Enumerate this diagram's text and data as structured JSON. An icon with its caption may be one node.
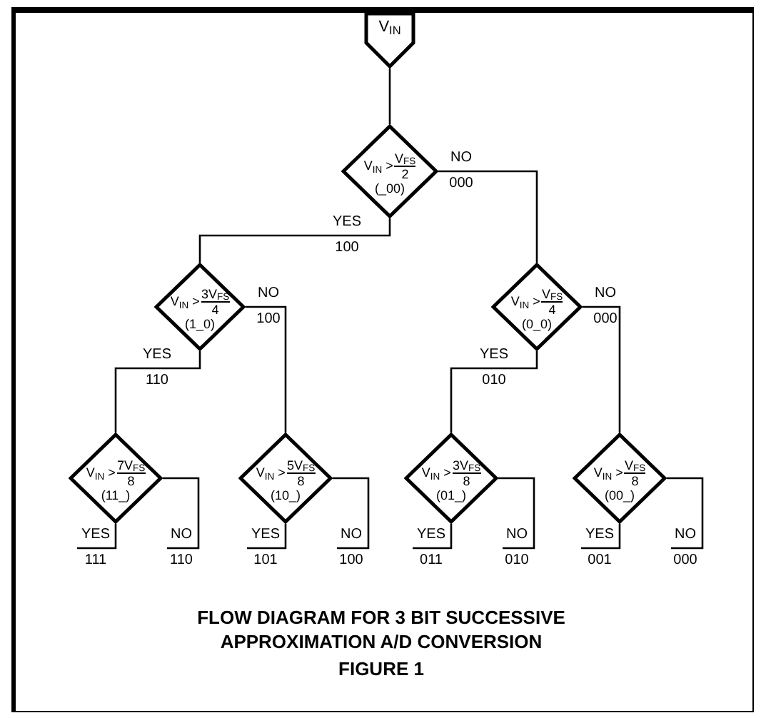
{
  "diagram": {
    "caption": "FLOW DIAGRAM FOR 3 BIT SUCCESSIVE APPROXIMATION A/D CONVERSION",
    "nodes": [
      {
        "text": [
          "V$_{IN}$"
        ]
      },
      {
        "text": [
          "V$_{IN}$ >",
          "V$_{FS}$",
          "2",
          "(_00)"
        ]
      },
      {
        "text": [
          "V$_{IN}$ >",
          "3V$_{FS}$",
          "4",
          "(1_0)"
        ]
      },
      {
        "text": [
          "V$_{IN}$ >",
          "V$_{FS}$",
          "4",
          "(0_0)"
        ]
      },
      {
        "text": [
          "V$_{IN}$ >",
          "7V$_{FS}$",
          "8",
          "(11_)"
        ]
      },
      {
        "text": [
          "V$_{IN}$ >",
          "5V$_{FS}$",
          "8",
          "(10_)"
        ]
      },
      {
        "text": [
          "V$_{IN}$ >",
          "3V$_{FS}$",
          "8",
          "(01_)"
        ]
      },
      {
        "text": [
          "V$_{IN}$ >",
          "V$_{FS}$",
          "8",
          "(00_)"
        ]
      }
    ],
    "edges": [
      {
        "from": 0,
        "to": 1,
        "arrow": "none"
      },
      {
        "from": 1,
        "to": 2,
        "arrow": "none",
        "label": "YES 100"
      },
      {
        "from": 1,
        "to": 3,
        "arrow": "none",
        "label": "NO 000"
      },
      {
        "from": 2,
        "to": 4,
        "arrow": "none",
        "label": "YES 110"
      },
      {
        "from": 2,
        "to": 5,
        "arrow": "none",
        "label": "NO 100"
      },
      {
        "from": 3,
        "to": 6,
        "arrow": "none",
        "label": "YES 010"
      },
      {
        "from": 3,
        "to": 7,
        "arrow": "none",
        "label": "NO 000"
      },
      {
        "from": 4,
        "to": null,
        "arrow": "none",
        "label": "YES 111"
      },
      {
        "from": 4,
        "to": null,
        "arrow": "none",
        "label": "NO 110"
      },
      {
        "from": 5,
        "to": null,
        "arrow": "none",
        "label": "YES 101"
      },
      {
        "from": 5,
        "to": null,
        "arrow": "none",
        "label": "NO 100"
      },
      {
        "from": 6,
        "to": null,
        "arrow": "none",
        "label": "YES 011"
      },
      {
        "from": 6,
        "to": null,
        "arrow": "none",
        "label": "NO 010"
      },
      {
        "from": 7,
        "to": null,
        "arrow": "none",
        "label": "YES 001"
      },
      {
        "from": 7,
        "to": null,
        "arrow": "none",
        "label": "NO 000"
      }
    ],
    "labels": [
      "FIGURE 1"
    ]
  }
}
